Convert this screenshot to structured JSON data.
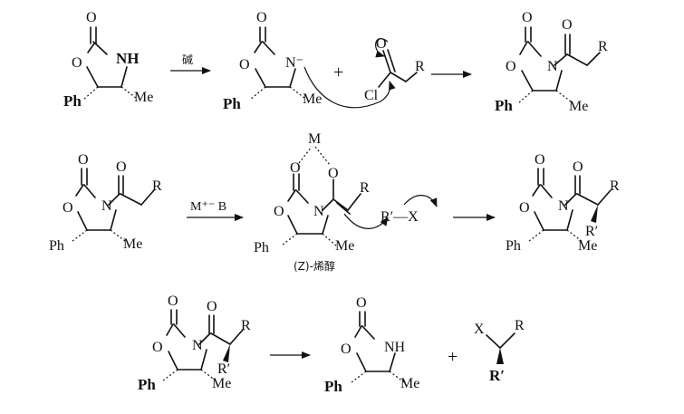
{
  "atoms": {
    "O": "O",
    "N": "N",
    "NH": "NH",
    "N_minus": "N⁻",
    "Ph": "Ph",
    "Me": "Me",
    "R": "R",
    "R_prime": "R′",
    "Cl": "Cl",
    "M": "M",
    "X": "X",
    "R_X": "R′—X"
  },
  "plus": "+",
  "reagents": {
    "base": "碱",
    "metal_base": "M⁺⁻ B"
  },
  "captions": {
    "enolate": "(Z)-烯醇"
  },
  "colors": {
    "ink": "#111111",
    "background": "#ffffff"
  }
}
